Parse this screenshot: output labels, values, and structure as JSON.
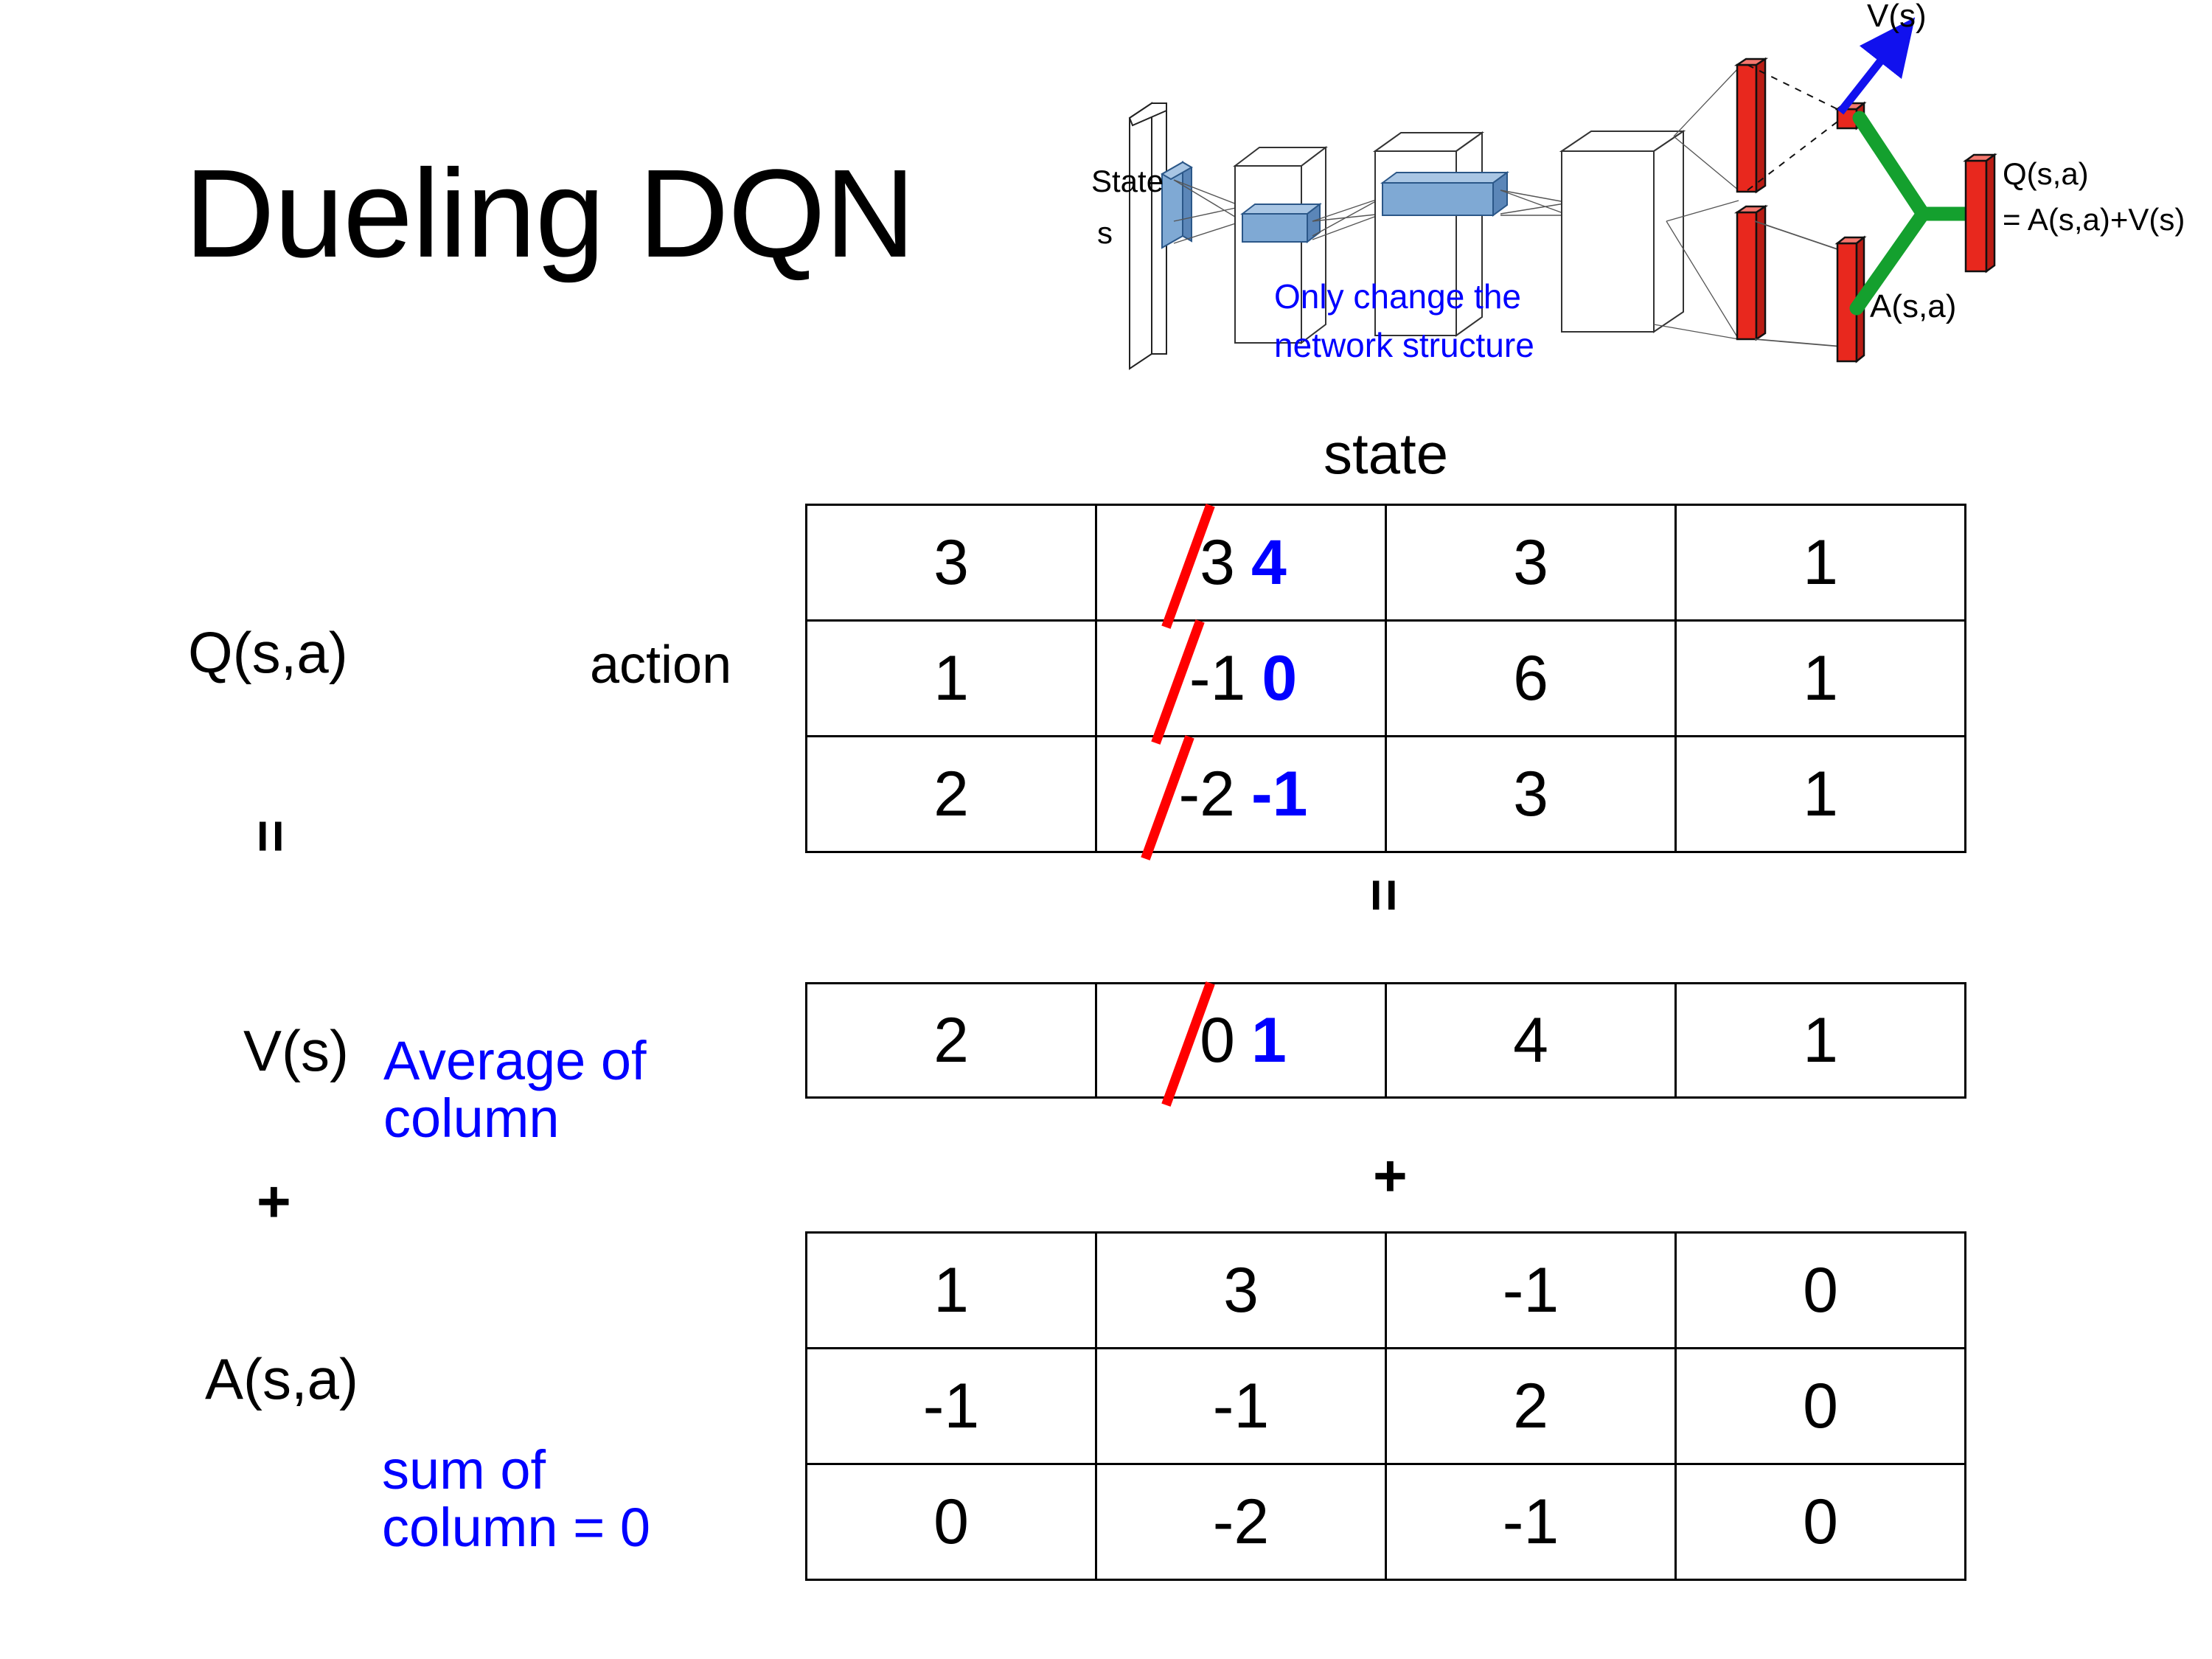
{
  "title": "Dueling DQN",
  "colors": {
    "accent_blue": "#0000ff",
    "strike_red": "#ff0000",
    "bar_red": "#e8281e",
    "link_green": "#14a02e",
    "block_blue": "#6699cc",
    "text_black": "#000000"
  },
  "diagram": {
    "state_label": "State",
    "state_sub": "s",
    "note_line1": "Only change the",
    "note_line2": "network structure",
    "value_label": "V(s)",
    "advantage_label": "A(s,a)",
    "q_label_line1": "Q(s,a)",
    "q_label_line2": "= A(s,a)+V(s)"
  },
  "labels": {
    "state_axis": "state",
    "action_axis": "action",
    "q_function": "Q(s,a)",
    "v_function": "V(s)",
    "a_function": "A(s,a)",
    "equals": "=",
    "plus": "+",
    "avg_note_line1": "Average of",
    "avg_note_line2": "column",
    "sum_note_line1": "sum of",
    "sum_note_line2": "column = 0"
  },
  "chart_data": {
    "type": "table",
    "title": "Dueling DQN decomposition Q(s,a) = V(s) + A(s,a)",
    "xlabel": "state",
    "ylabel": "action",
    "tables": [
      {
        "name": "Q(s,a)",
        "rows": 3,
        "cols": 4,
        "values": [
          [
            "3",
            "3",
            "3",
            "1"
          ],
          [
            "1",
            "-1",
            "6",
            "1"
          ],
          [
            "2",
            "-2",
            "3",
            "1"
          ]
        ],
        "edits": [
          {
            "row": 0,
            "col": 1,
            "old": "3",
            "new": "4"
          },
          {
            "row": 1,
            "col": 1,
            "old": "-1",
            "new": "0"
          },
          {
            "row": 2,
            "col": 1,
            "old": "-2",
            "new": "-1"
          }
        ]
      },
      {
        "name": "V(s)",
        "rows": 1,
        "cols": 4,
        "values": [
          [
            "2",
            "0",
            "4",
            "1"
          ]
        ],
        "edits": [
          {
            "row": 0,
            "col": 1,
            "old": "0",
            "new": "1"
          }
        ]
      },
      {
        "name": "A(s,a)",
        "rows": 3,
        "cols": 4,
        "values": [
          [
            "1",
            "3",
            "-1",
            "0"
          ],
          [
            "-1",
            "-1",
            "2",
            "0"
          ],
          [
            "0",
            "-2",
            "-1",
            "0"
          ]
        ],
        "edits": []
      }
    ]
  }
}
